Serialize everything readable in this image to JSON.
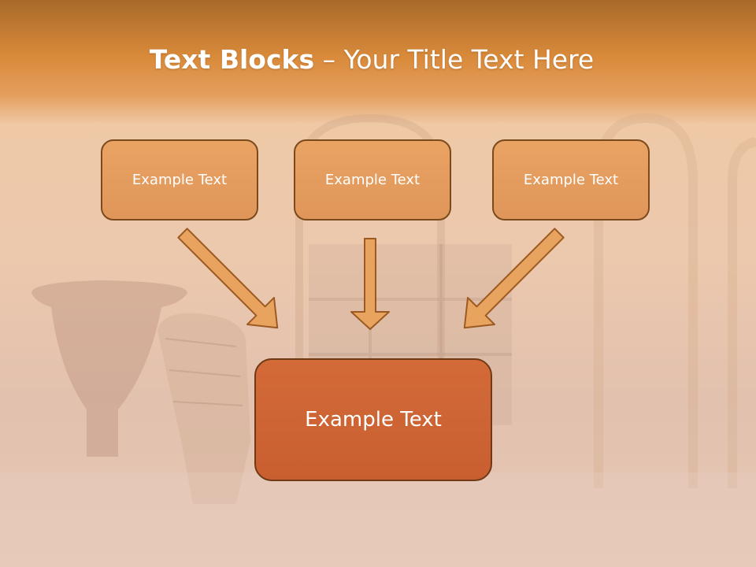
{
  "slide": {
    "title_bold": "Text Blocks",
    "title_rest": " – Your Title Text Here",
    "boxes": [
      {
        "label": "Example Text"
      },
      {
        "label": "Example Text"
      },
      {
        "label": "Example Text"
      }
    ],
    "main_box": {
      "label": "Example Text"
    }
  },
  "colors": {
    "header_orange": "#d98a3a",
    "box_fill": "#e39a5c",
    "box_border": "#7a4a1c",
    "main_box_fill": "#cd6532",
    "arrow_fill": "#e8a45e"
  }
}
